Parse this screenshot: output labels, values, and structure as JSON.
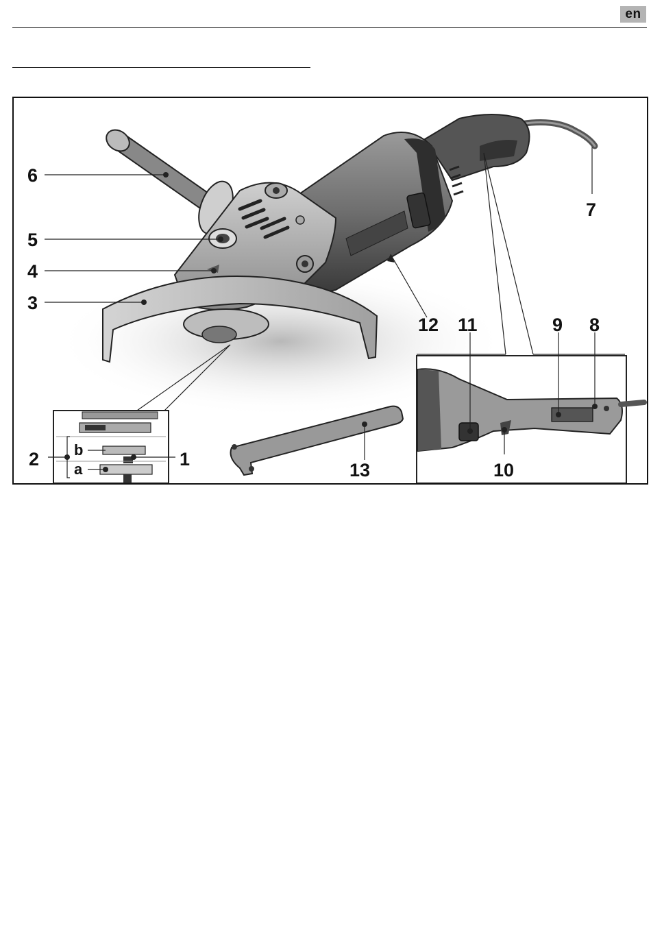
{
  "header": {
    "language_badge": "en"
  },
  "figure": {
    "callouts": {
      "c1": "1",
      "c2": "2",
      "c3": "3",
      "c4": "4",
      "c5": "5",
      "c6": "6",
      "c7": "7",
      "c8": "8",
      "c9": "9",
      "c10": "10",
      "c11": "11",
      "c12": "12",
      "c13": "13",
      "ca": "a",
      "cb": "b"
    }
  }
}
